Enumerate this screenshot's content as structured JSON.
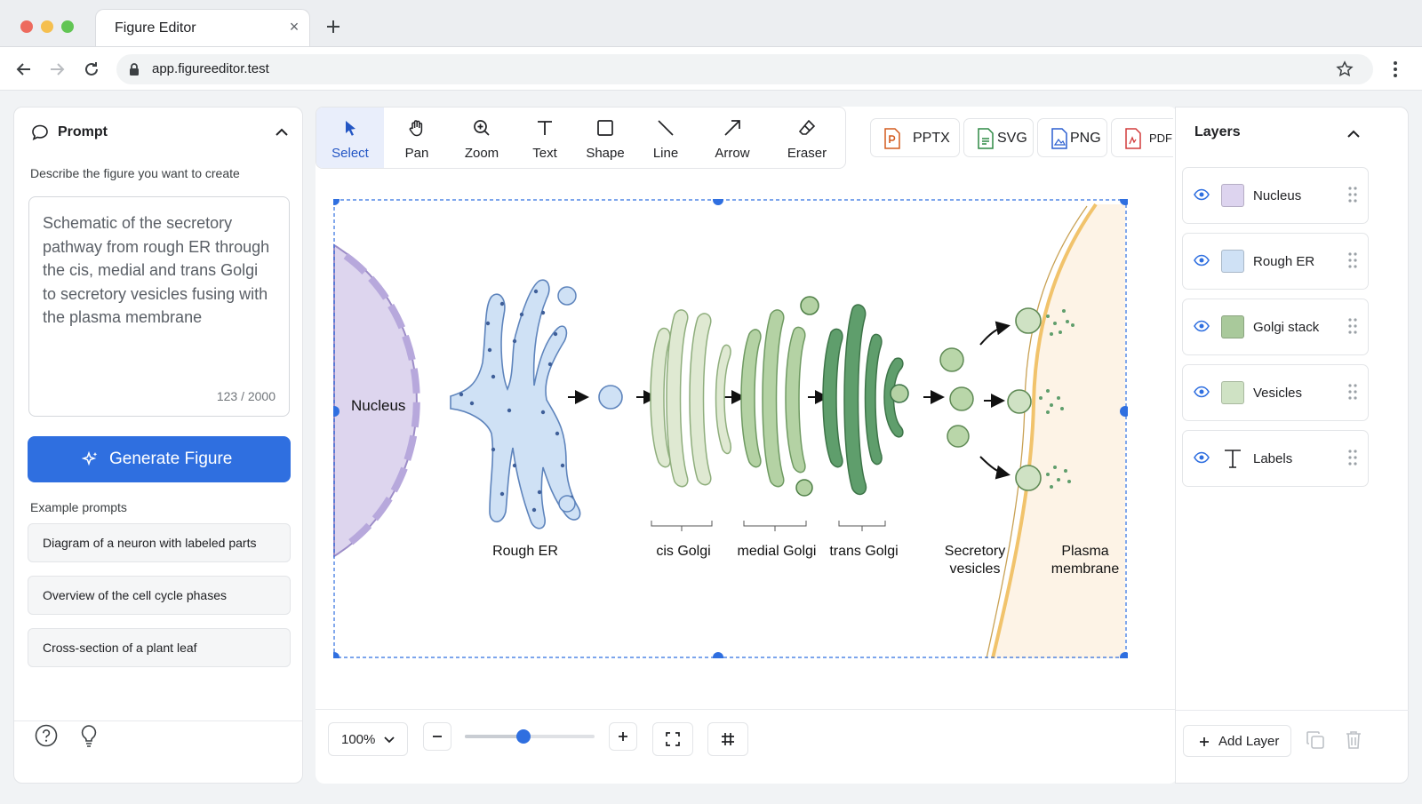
{
  "browser": {
    "tab_title": "Figure Editor",
    "tab_close": "×",
    "url": "app.figureeditor.test"
  },
  "prompt_panel": {
    "title": "Prompt",
    "description": "Describe the figure you want to create",
    "prompt_text": "Schematic of the secretory pathway from rough ER through the cis, medial and trans Golgi to secretory vesicles fusing with the plasma membrane",
    "char_count": "123 / 2000",
    "generate_label": "Generate Figure",
    "examples_title": "Example prompts",
    "examples": [
      "Diagram of a neuron with labeled parts",
      "Overview of the cell cycle phases",
      "Cross-section of a plant leaf"
    ]
  },
  "toolbar": {
    "tools": [
      "Select",
      "Pan",
      "Zoom",
      "Text",
      "Shape",
      "Line",
      "Arrow",
      "Eraser"
    ],
    "active_tool": "Select",
    "exports": [
      "PPTX",
      "SVG",
      "PNG",
      "PDF"
    ]
  },
  "figure": {
    "labels": {
      "nucleus": "Nucleus",
      "rough_er": "Rough ER",
      "cis_golgi": "cis Golgi",
      "medial_golgi": "medial Golgi",
      "trans_golgi": "trans Golgi",
      "secretory_1": "Secretory",
      "secretory_2": "vesicles",
      "plasma_1": "Plasma",
      "plasma_2": "membrane"
    }
  },
  "bottom_bar": {
    "zoom_level": "100%",
    "zoom_slider_fraction": 0.45
  },
  "layers_panel": {
    "title": "Layers",
    "layers": [
      {
        "name": "Nucleus",
        "color": "#ddd4ef"
      },
      {
        "name": "Rough ER",
        "color": "#cfe1f5"
      },
      {
        "name": "Golgi stack",
        "color": "#a9c99b"
      },
      {
        "name": "Vesicles",
        "color": "#cfe2c4"
      },
      {
        "name": "Labels",
        "icon": "text-icon"
      }
    ],
    "add_label": "Add Layer"
  },
  "colors": {
    "accent": "#2f6fe0",
    "selection": "#2f6fe0"
  }
}
